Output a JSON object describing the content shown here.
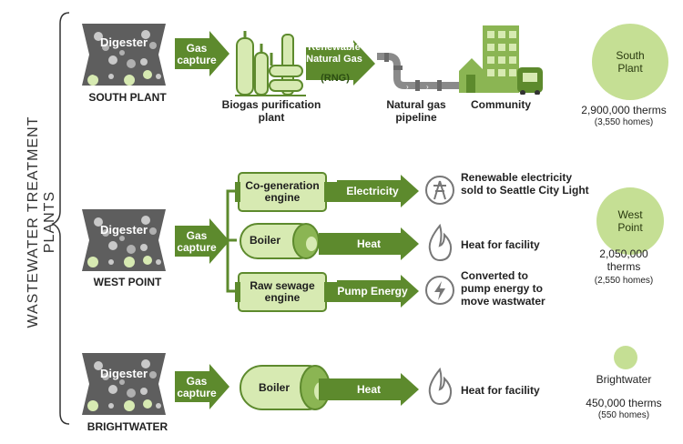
{
  "side_title": "WASTEWATER TREATMENT PLANTS",
  "colors": {
    "green_dark": "#5d8a2d",
    "green_light": "#c5df94",
    "gray": "#5a5a5a"
  },
  "south": {
    "name": "SOUTH PLANT",
    "digester": "Digester",
    "gas_capture": "Gas capture",
    "purification": "Biogas purification plant",
    "rng": "Renewable Natural Gas",
    "rng_abbr": "(RNG)",
    "pipeline": "Natural gas pipeline",
    "community": "Community",
    "circle_label": "South Plant",
    "therms": "2,900,000 therms",
    "homes": "(3,550 homes)"
  },
  "west": {
    "name": "WEST POINT",
    "digester": "Digester",
    "gas_capture": "Gas capture",
    "cogen": "Co-generation engine",
    "electricity": "Electricity",
    "elec_result": "Renewable electricity sold to Seattle City Light",
    "boiler": "Boiler",
    "heat": "Heat",
    "heat_result": "Heat for facility",
    "raw": "Raw sewage engine",
    "pump": "Pump Energy",
    "pump_result": "Converted to pump energy to move wastwater",
    "circle_label": "West Point",
    "therms_1": "2,050,000",
    "therms_2": "therms",
    "homes": "(2,550 homes)"
  },
  "bright": {
    "name": "BRIGHTWATER",
    "digester": "Digester",
    "gas_capture": "Gas capture",
    "boiler": "Boiler",
    "heat": "Heat",
    "heat_result": "Heat for facility",
    "circle_label": "Brightwater",
    "therms": "450,000 therms",
    "homes": "(550 homes)"
  }
}
